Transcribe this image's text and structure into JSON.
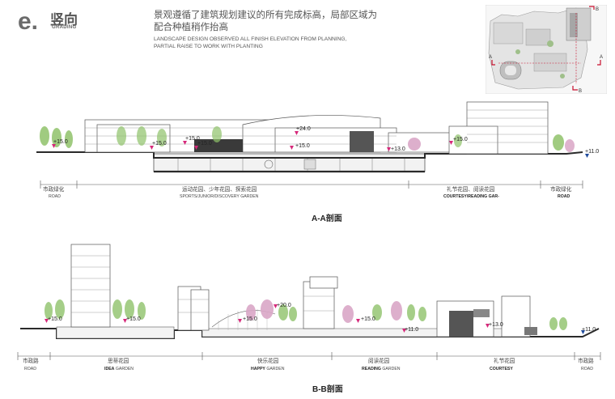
{
  "header": {
    "letter": "e.",
    "title_cn": "竖向",
    "title_en": "GRADING",
    "desc_cn": "景观遵循了建筑规划建议的所有完成标高，局部区域为配合种植稍作抬高",
    "desc_en_line1": "LANDSCAPE DESIGN OBSERVED ALL FINISH ELEVATION FROM PLANNING,",
    "desc_en_line2": "PARTIAL RAISE TO WORK WITH PLANTING"
  },
  "keymap": {
    "marker_a_left": "A",
    "marker_a_right": "A",
    "marker_b_top": "B",
    "marker_b_bottom": "B"
  },
  "section_a": {
    "title": "A-A剖面",
    "elevations": [
      "15.0",
      "15.0",
      "15.0",
      "15.0",
      "24.0",
      "15.0",
      "13.0",
      "15.0",
      "11.0"
    ],
    "zones": [
      {
        "cn": "市政绿化",
        "en": "ROAD"
      },
      {
        "cn": "运动花园、少年花园、探索花园",
        "en": "SPORTS/JUNIOR/DISCOVERY GARDEN"
      },
      {
        "cn": "礼节花园、阅读花园",
        "en": "COURTESY\\READING GAR-"
      },
      {
        "cn": "市政绿化",
        "en": "ROAD"
      }
    ]
  },
  "section_b": {
    "title": "B-B剖面",
    "elevations": [
      "15.0",
      "15.0",
      "15.0",
      "20.0",
      "15.0",
      "11.0",
      "13.0",
      "11.0"
    ],
    "zones": [
      {
        "cn": "市政路",
        "en": "ROAD"
      },
      {
        "cn": "思蒂花园",
        "en_b": "IDEA",
        "en": " GARDEN"
      },
      {
        "cn": "快乐花园",
        "en_b": "HAPPY",
        "en": " GARDEN"
      },
      {
        "cn": "阅读花园",
        "en_b": "READING",
        "en": " GARDEN"
      },
      {
        "cn": "礼节花园",
        "en_b": "COURTESY",
        "en": ""
      },
      {
        "cn": "市政路",
        "en": "ROAD"
      }
    ]
  },
  "colors": {
    "marker_pink": "#d6287a",
    "marker_blue": "#1f4a9c",
    "tree_green": "#8fc26a",
    "tree_pink": "#d9a6c6",
    "building_line": "#555555",
    "ground_dark": "#2a2a2a",
    "keymap_red": "#c8102e"
  }
}
